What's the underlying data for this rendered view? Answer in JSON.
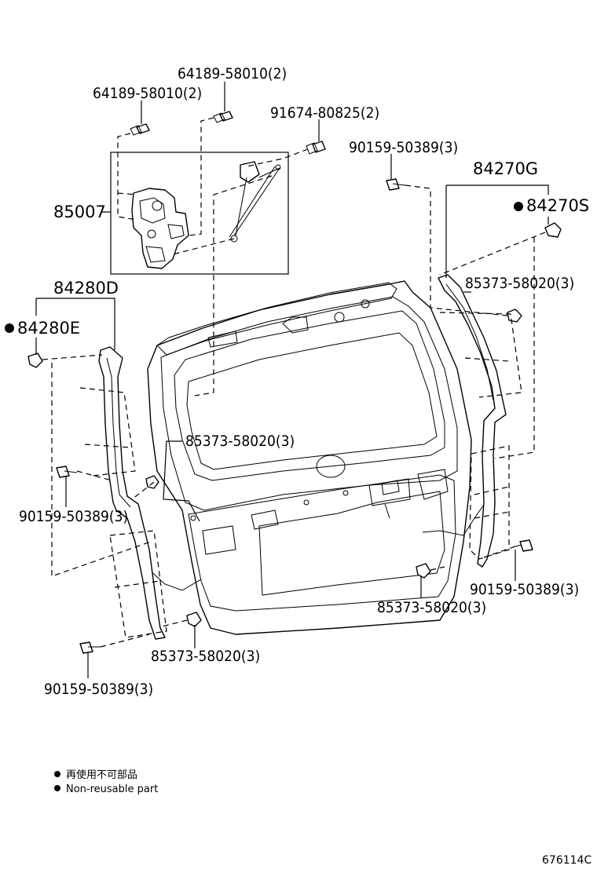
{
  "labels": {
    "motor_bolt_upper": "64189-58010(2)",
    "motor_bolt_left": "64189-58010(2)",
    "stay_bolt": "91674-80825(2)",
    "closer_assembly": "85007",
    "right_top_screw": "90159-50389(3)",
    "right_assembly": "84270G",
    "right_nonreusable": "84270S",
    "right_clip": "85373-58020(3)",
    "left_assembly": "84280D",
    "left_nonreusable": "84280E",
    "center_clip": "85373-58020(3)",
    "left_screw_mid": "90159-50389(3)",
    "right_screw_lower": "90159-50389(3)",
    "right_clip_lower": "85373-58020(3)",
    "left_clip_lower": "85373-58020(3)",
    "left_screw_bottom": "90159-50389(3)"
  },
  "legend": {
    "items": [
      "再使用不可部品",
      "Non-reusable part"
    ]
  },
  "figure_code": "676114C"
}
